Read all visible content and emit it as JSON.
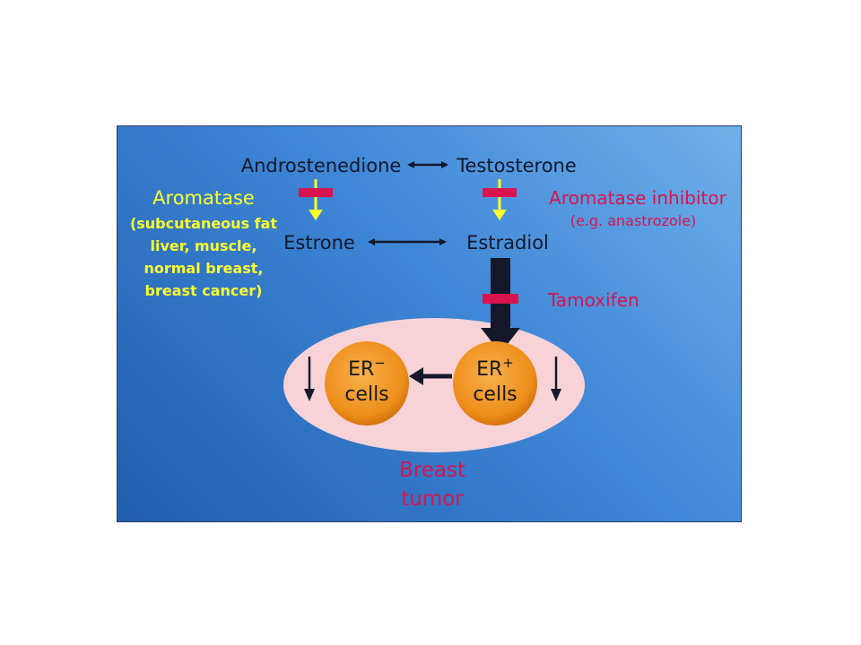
{
  "molecules": {
    "androstenedione": "Androstenedione",
    "testosterone": "Testosterone",
    "estrone": "Estrone",
    "estradiol": "Estradiol"
  },
  "aromatase": {
    "title": "Aromatase",
    "sites": [
      "(subcutaneous fat",
      "liver, muscle,",
      "normal breast,",
      "breast cancer)"
    ]
  },
  "inhibitor": {
    "title": "Aromatase inhibitor",
    "example": "(e.g. anastrozole)"
  },
  "tamoxifen": "Tamoxifen",
  "cells": {
    "er_negative": {
      "top": "ER",
      "superscript": "−",
      "bottom": "cells"
    },
    "er_positive": {
      "top": "ER",
      "superscript": "+",
      "bottom": "cells"
    }
  },
  "tumor": {
    "line1": "Breast",
    "line2": "tumor"
  },
  "colors": {
    "background_start": "#1f5fad",
    "background_end": "#6fb0ea",
    "aromatase_text": "#ffff2e",
    "inhibitor_text": "#d8144f",
    "block_bar": "#d8144f",
    "cell_fill": "#f0951e",
    "tumor_fill": "#f7d3d8"
  }
}
